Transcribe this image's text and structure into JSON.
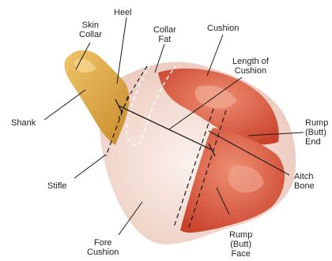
{
  "labels": {
    "heel": "Heel",
    "skin_collar": "Skin\nCollar",
    "collar_fat": "Collar\nFat",
    "cushion": "Cushion",
    "length_of_cushion": "Length of\nCushion",
    "shank": "Shank",
    "rump_butt_end": "Rump\n(Butt)\nEnd",
    "stifle": "Stifle",
    "aitch_bone": "Aitch\nBone",
    "fore_cushion": "Fore\nCushion",
    "rump_butt_face": "Rump\n(Butt)\nFace"
  },
  "colors": {
    "leader_line": "#1a1a1a",
    "skin": "#e2ae4c",
    "skin_shadow": "#c98a2c",
    "fat": "#f6e6df",
    "meat": "#d9573e",
    "meat_light": "#ec8a6c"
  }
}
